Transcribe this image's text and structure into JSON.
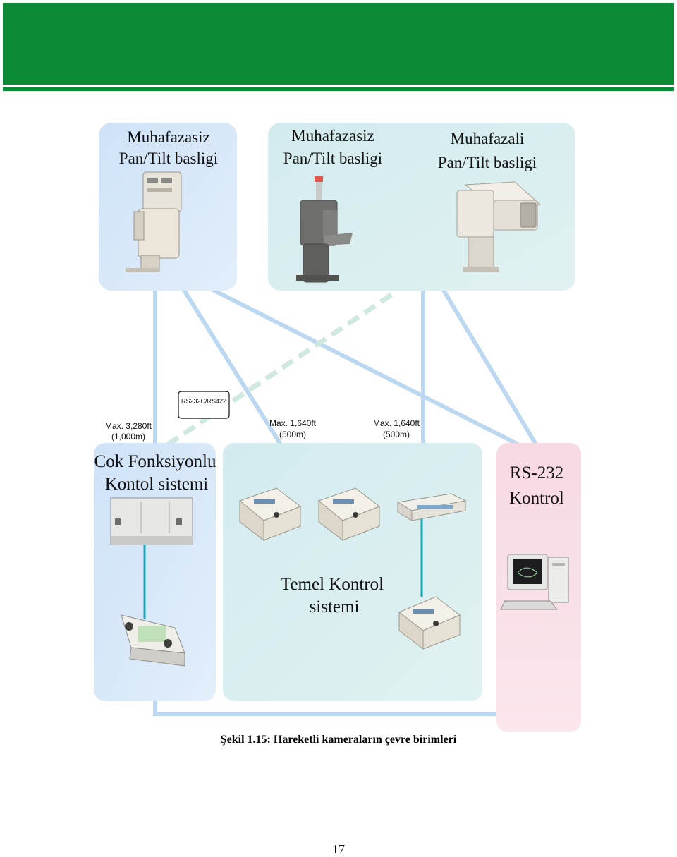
{
  "panels": {
    "top_left": {
      "line1": "Muhafazasiz",
      "line2": "Pan/Tilt basligi"
    },
    "top_mid": {
      "line1": "Muhafazasiz",
      "line2": "Pan/Tilt basligi"
    },
    "top_right": {
      "line1": "Muhafazali",
      "line2": "Pan/Tilt basligi"
    },
    "bottom_left": {
      "line1": "Cok Fonksiyonlu",
      "line2": "Kontol sistemi"
    },
    "bottom_mid": {
      "line1": "Temel Kontrol",
      "line2": "sistemi"
    },
    "bottom_right": {
      "line1": "RS-232",
      "line2": "Kontrol"
    }
  },
  "notes": {
    "rs_label": "RS232C/RS422",
    "max1_a": "Max. 3,280ft",
    "max1_b": "(1,000m)",
    "max2_a": "Max. 1,640ft",
    "max2_b": "(500m)",
    "max3_a": "Max. 1,640ft",
    "max3_b": "(500m)"
  },
  "caption": "Şekil 1.15: Hareketli kameraların çevre birimleri",
  "page_number": "17",
  "colors": {
    "header_green": "#0a8a34",
    "panel_blue": "#d4e6f8",
    "panel_teal": "#d6ecee",
    "panel_pink": "#f9dde6",
    "line_blue": "#bcd8f0",
    "line_green_dash": "#cfe8e0",
    "link_teal": "#1aa7b8"
  }
}
